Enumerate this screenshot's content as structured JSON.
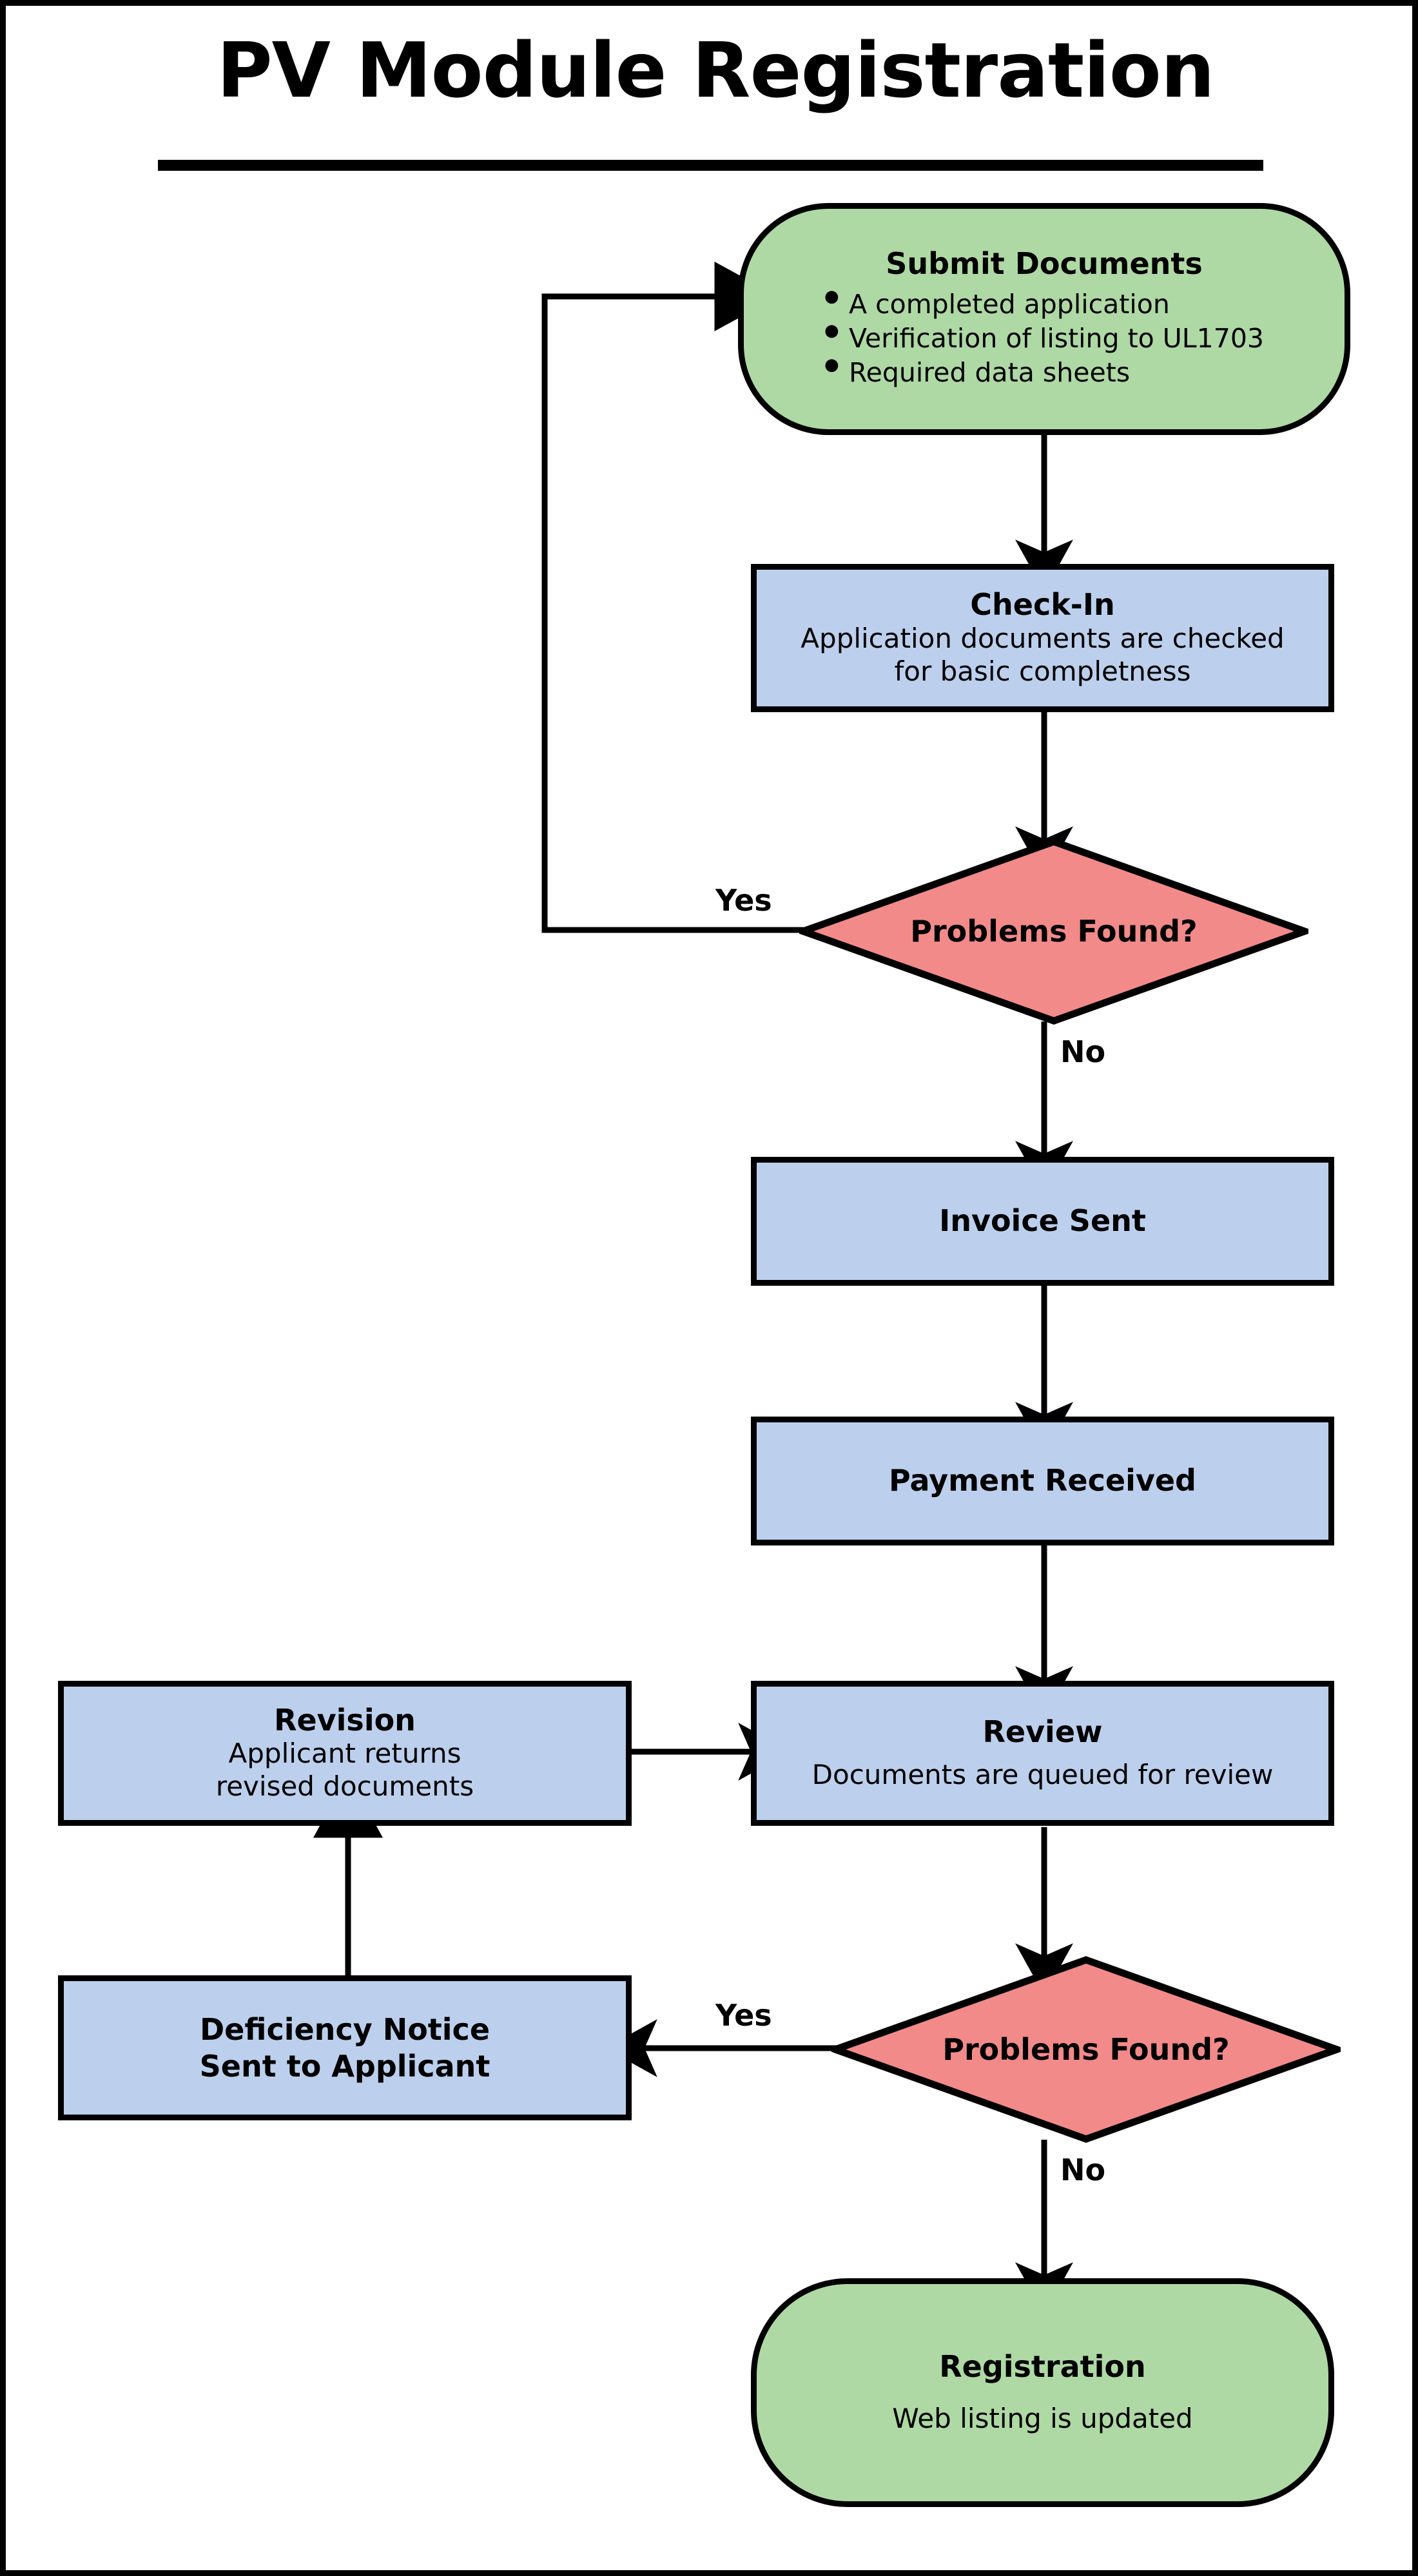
{
  "diagram": {
    "title": "PV Module Registration",
    "colors": {
      "terminator_fill": "#AFD9A4",
      "process_fill": "#BCD0ED",
      "decision_fill": "#F28A8A",
      "stroke": "#000000",
      "background": "#FFFFFF"
    },
    "nodes": {
      "submit": {
        "shape": "terminator",
        "title": "Submit Documents",
        "bullets": [
          "A completed application",
          "Verification of listing to UL1703",
          "Required data sheets"
        ]
      },
      "checkin": {
        "shape": "process",
        "title": "Check-In",
        "line1": "Application documents are checked",
        "line2": "for basic completness"
      },
      "decision1": {
        "shape": "decision",
        "title": "Problems Found?"
      },
      "invoice": {
        "shape": "process",
        "title": "Invoice Sent"
      },
      "payment": {
        "shape": "process",
        "title": "Payment Received"
      },
      "revision": {
        "shape": "process",
        "title": "Revision",
        "line1": "Applicant returns",
        "line2": "revised documents"
      },
      "review": {
        "shape": "process",
        "title": "Review",
        "line1": "Documents are queued for review"
      },
      "deficiency": {
        "shape": "process",
        "line1": "Deficiency Notice",
        "line2": "Sent to Applicant"
      },
      "decision2": {
        "shape": "decision",
        "title": "Problems Found?"
      },
      "registration": {
        "shape": "terminator",
        "title": "Registration",
        "line1": "Web listing is updated"
      }
    },
    "edge_labels": {
      "d1_yes": "Yes",
      "d1_no": "No",
      "d2_yes": "Yes",
      "d2_no": "No"
    },
    "flow": [
      {
        "from": "submit",
        "to": "checkin",
        "label": ""
      },
      {
        "from": "checkin",
        "to": "decision1",
        "label": ""
      },
      {
        "from": "decision1",
        "to": "submit",
        "label": "Yes"
      },
      {
        "from": "decision1",
        "to": "invoice",
        "label": "No"
      },
      {
        "from": "invoice",
        "to": "payment",
        "label": ""
      },
      {
        "from": "payment",
        "to": "review",
        "label": ""
      },
      {
        "from": "review",
        "to": "decision2",
        "label": ""
      },
      {
        "from": "decision2",
        "to": "deficiency",
        "label": "Yes"
      },
      {
        "from": "decision2",
        "to": "registration",
        "label": "No"
      },
      {
        "from": "deficiency",
        "to": "revision",
        "label": ""
      },
      {
        "from": "revision",
        "to": "review",
        "label": ""
      }
    ]
  }
}
